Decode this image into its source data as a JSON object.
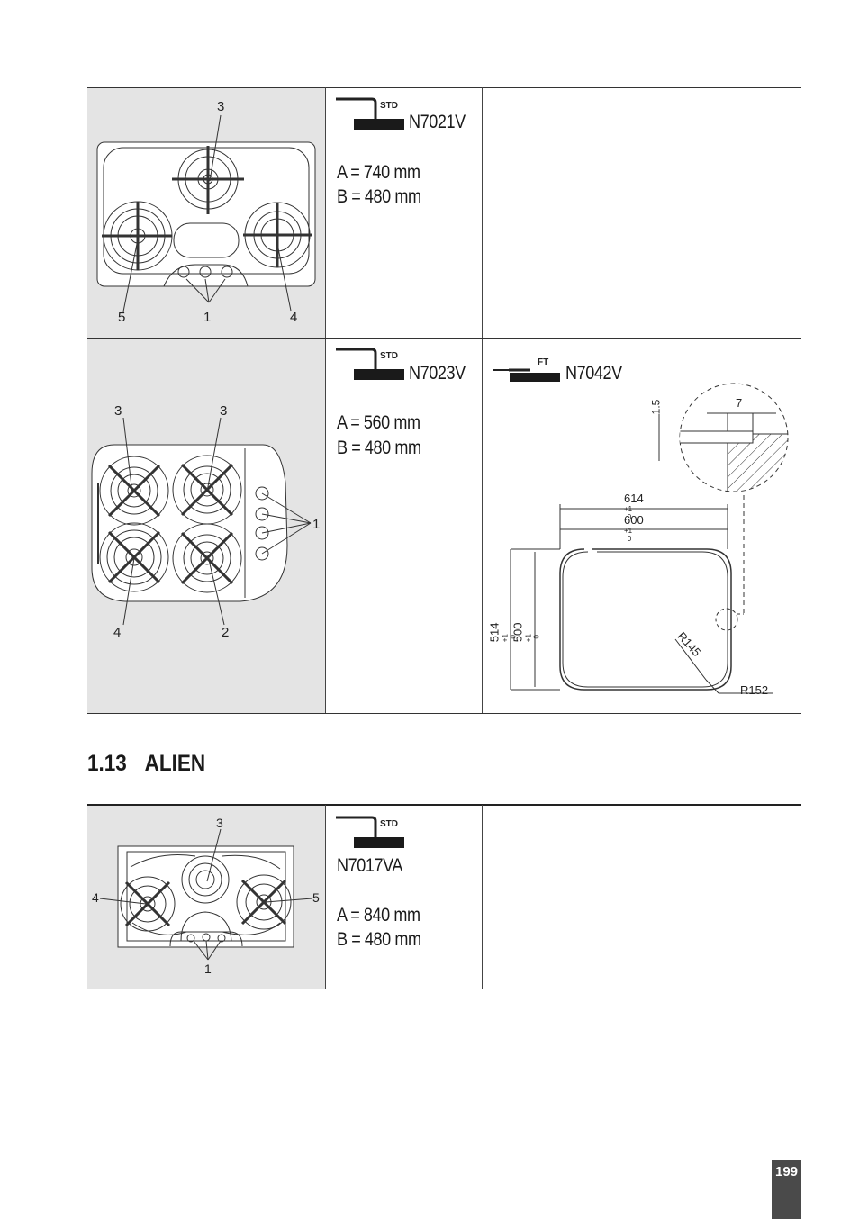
{
  "rows": [
    {
      "badge": "STD",
      "model": "N7021V",
      "dimension_a": "A = 740 mm",
      "dimension_b": "B = 480 mm",
      "callouts": [
        "3",
        "5",
        "1",
        "4"
      ]
    },
    {
      "badge": "STD",
      "model": "N7023V",
      "dimension_a": "A = 560 mm",
      "dimension_b": "B = 480 mm",
      "callouts": [
        "3",
        "3",
        "1",
        "4",
        "2"
      ],
      "cutout": {
        "badge": "FT",
        "model": "N7042V",
        "outer_width": "614",
        "inner_width": "600",
        "outer_height": "514",
        "inner_height": "500",
        "tol_upper": "+1",
        "tol_lower": "0",
        "step": "1.5",
        "edge": "7",
        "inner_radius": "R145",
        "outer_radius": "R152"
      }
    }
  ],
  "section": {
    "number": "1.13",
    "title": "ALIEN"
  },
  "alien_row": {
    "badge": "STD",
    "model": "N7017VA",
    "dimension_a": "A = 840 mm",
    "dimension_b": "B = 480 mm",
    "callouts": [
      "3",
      "4",
      "5",
      "1"
    ]
  },
  "page_number": "199"
}
